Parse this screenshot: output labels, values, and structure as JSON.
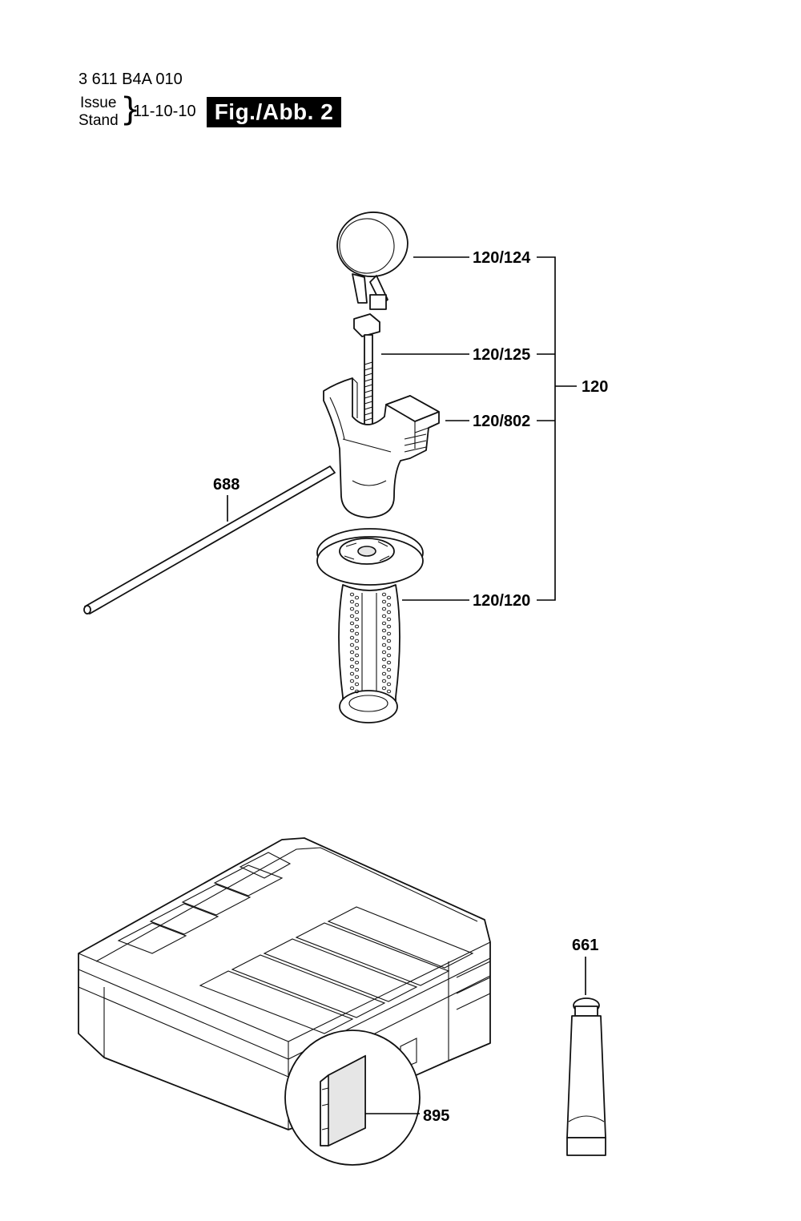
{
  "header": {
    "doc_number": "3 611 B4A 010",
    "issue_label": "Issue",
    "stand_label": "Stand",
    "date": "11-10-10",
    "fig_title": "Fig./Abb. 2"
  },
  "callouts": {
    "strap": "120/124",
    "bolt": "120/125",
    "housing": "120/802",
    "handle": "120/120",
    "assembly": "120",
    "rod": "688",
    "tube": "661",
    "label_plate": "895"
  }
}
